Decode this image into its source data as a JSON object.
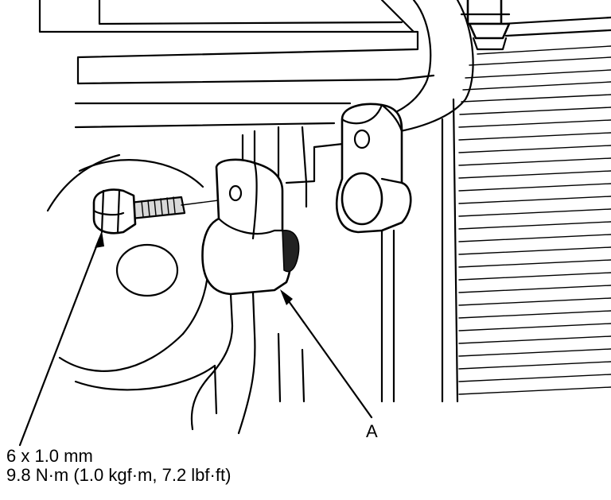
{
  "callouts": {
    "part_label": "A",
    "bolt_size": "6 x 1.0 mm",
    "bolt_torque": "9.8 N·m (1.0 kgf·m, 7.2 lbf·ft)"
  },
  "colors": {
    "ink": "#000000",
    "paper": "#ffffff",
    "shade": "#d9d9d9"
  },
  "icons": {
    "bolt": "flange-bolt-icon",
    "sensor": "pressure-sensor-icon",
    "bracket": "mounting-bracket-icon"
  }
}
